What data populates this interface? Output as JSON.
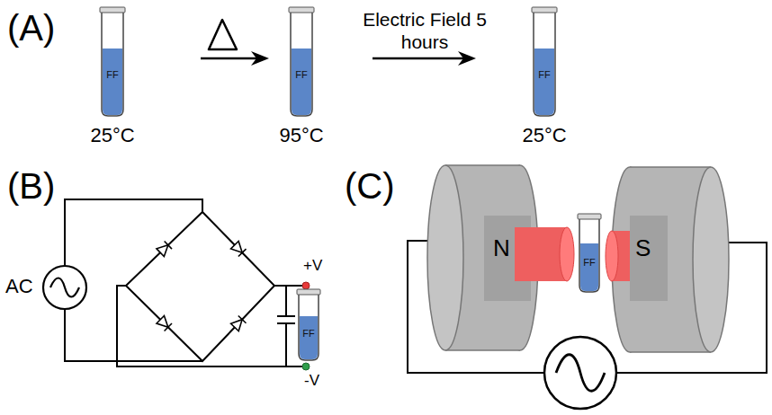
{
  "diagram": {
    "nodes": [
      {
        "text": [
          "FF",
          "25°C"
        ]
      },
      {
        "text": [
          "FF",
          "95°C"
        ]
      },
      {
        "text": [
          "FF",
          "25°C"
        ]
      },
      {
        "text": [
          "FF"
        ]
      },
      {
        "text": [
          "FF"
        ]
      }
    ],
    "edges": [
      {
        "from": 0,
        "to": 1,
        "arrow": "to"
      },
      {
        "from": 1,
        "to": 2,
        "arrow": "to",
        "label": "Electric Field 5 hours"
      }
    ],
    "labels": [
      "(A)",
      "(B)",
      "(C)",
      "N",
      "S",
      "AC",
      "+V",
      "-V"
    ]
  }
}
